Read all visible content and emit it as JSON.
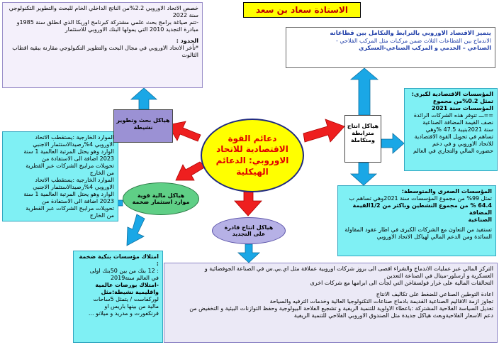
{
  "author": "الاستاذة سعاد بن سعد",
  "center": "دعائم القوة الاقتصادية للاتحاد الاوروبي: الدعائم الهيكلية",
  "nodes": {
    "support": "هياكل بحث وتطوير نشيطة",
    "production": "هياكل انتاج مترابطة ومتكاملة",
    "finance": "هياكل مالية قوية موارد استثمار ضخمة",
    "renewal": "هياكل انتاج قادرة على التجديد"
  },
  "top_left": {
    "lines": [
      "خصص الاتحاد الاوروبي 2.2%من الناتج الداخلي الخام للبحث والتطوير التكنولوجي سنة 2022",
      "-تتم صياغة برامج بحث علمي مشتركة كبرنامج اوريكا الذي انطلق سنة 1985و مبادرة التجديد 2010 التي يمولها البنك الاوروبي للاستثمار",
      "الحدود :",
      "*تأخر الاتحاد الاوروبي في مجال البحث والتطوير التكنولوجي مقارنة ببقية اقطاب الثالوث"
    ]
  },
  "top_right": {
    "lines": [
      "يتميز الاقتصاد الاوروبي بالترابط والتكامل بين قطاعاته",
      "الاندماج بين القطاعات الثلاث ضمن مركبات مثل المركب الفلاحي -",
      "الصناعي – الخدمي و المركب الصناعي-العسكري"
    ]
  },
  "large_enterprises": {
    "lines": [
      "المؤسسات الاقتصادية لكبرى:",
      "تمثل 0.2%من مجموع",
      "المؤسسات سنة 2021",
      "==ـــ تتوفر هذه الشركات الرائدة",
      "نصف القيمة المضافة الصناعية",
      "سنة 2021بنيبة 47.5 %وهي",
      "تساهم في تحويل القوة الاقتصادية",
      "للاتحاد الاوروبي و في دعم",
      "حضوره المالي والتجاري في العالم"
    ]
  },
  "small_enterprises": {
    "lines": [
      "المؤسسات الصغرى والمتوسطة:",
      "تمثل 99% من مجموع المؤسسات سنة 2021وهي تساهم ب",
      "64.4 % من مجموع النشطين وباكثر من 1/2القيمة المضافة",
      "الصناعية",
      "تستفيد من التعاون مع الشركات الكبرى في اطار عقود المقاولة",
      "السائدة ومن الدعم المالي لهياكل الاتحاد الاوروبي"
    ]
  },
  "external": {
    "lines": [
      "الموارد الخارجية :يستقطب الاتحاد",
      "الاوروبي 4%رصيدالاستثمار الاجنبي",
      "الوارد وهو يحتل المرتبة العالمية 1 سنة",
      "2023 اضافة الى الاستفادة من",
      "تحويلات مرابيح الشركات عبر القطرية",
      "من الخارج",
      "الموارد الخارجية :يستقطب الاتحاد",
      "الاوروبي 4%رصيدالاستثمار الاجنبي",
      "الوارد وهو يحتل المرتبة العالمية 1 سنة",
      "2023 اضافة الى الاستفادة من",
      "تحويلات مرابيح الشركات عبر القطرية",
      "من الخارج"
    ]
  },
  "banking": {
    "lines": [
      "امتلاك مؤسسات بنكية ضخمة :",
      ": 12 بنك من بين 50بنك اولى",
      "في العالم سنة2019",
      "-امتلاك بورصات عالمية",
      "واقليمية نشيطة:مثل",
      "لوركفاست / يتمثل 5ساحات",
      "مالية من بينها باريس او",
      "فرنكفورت و مدريد و ميلانو ..."
    ]
  },
  "bottom": {
    "lines": [
      "التركز المالي عبر عمليات الاندماج والشراء اقصى الى بروز شركات اوروبية عملاقة مثل اي.بي.س في الصناعة الجوفضائية و",
      "العسكرية و ارسلور-ميتال في الصناعة التعدين",
      "التحالفات المالية على غرار فولسفاغن التي لجأت الى ابرامها مع شركات اخرى",
      "اعادة التوطين الصناعي للضغط على تكاليف الانتاج",
      "تجاوز ازمة الاقاليم الصناعية القديمة بادماج صناعات التكنولوجيا العالية وخدمات الترفيه والسياحة",
      "تعديل السياسة الفلاحية المشتركة :باعطاء الاولوية للتنمية الريفية و تشجيع الفلاحة البيولوجية وحفظ التوازنات البيئية و التخفيض من",
      "دعم الاسعار الفلاحيةوبعث هياكل جديدة مثل الصندوق الاوروبي الفلاحي للتنمية الريفية"
    ]
  },
  "colors": {
    "arrow_blue": "#1aa7e6",
    "arrow_red": "#ee1f1f",
    "center_fill": "#ffff00",
    "center_text": "#e00000",
    "cyan_box": "#7ff0f4"
  }
}
